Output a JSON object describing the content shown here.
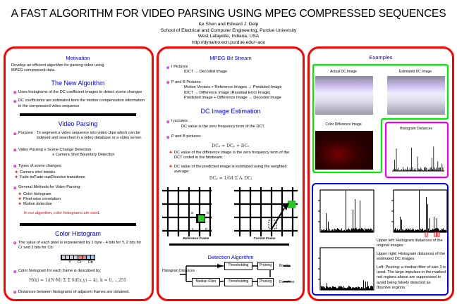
{
  "header": {
    "title": "A FAST ALGORITHM FOR VIDEO PARSING USING MPEG COMPRESSED SEQUENCES",
    "authors": "Ke Shen and Edward J. Delp",
    "affiliation": "School of Electrical and Computer Engineering, Purdue University",
    "location": "West Lafayette, Indiana, USA",
    "url": "http://dynamo.ecn.purdue.edu/~ace"
  },
  "left": {
    "motivation": {
      "heading": "Motivation",
      "text": "Develop an efficient algorithm for parsing video using MPEG compressed data."
    },
    "new_algorithm": {
      "heading": "The New Algorithm",
      "bullets": [
        "Uses histograms of the DC coefficient images to detect scene changes",
        "DC coefficients are estimated from the motion compensation information in the compressed video sequence"
      ]
    },
    "video_parsing": {
      "heading": "Video Parsing",
      "purpose_label": "Purpose :",
      "purpose_text": "To segment a video sequence into video clips which can be indexed and searched in a video database or a video server.",
      "vp_line1": "Video  Parsing ≡ Scene Change Detection",
      "vp_line2": "≡ Camera Shot Boundary Detection",
      "types_label": "Types of scene changes:",
      "types": [
        "Camera shot breaks",
        "Fade-in/Fade-out/Dissolve transitions"
      ],
      "methods_label": "General Methods for Video Parsing:",
      "methods": [
        "Color histogram",
        "Pixel-wise correlation",
        "Motion detection"
      ],
      "note": "In our algorithm, color histograms are used."
    },
    "color_histogram": {
      "heading": "Color Histogram",
      "bullet1": "The value of each pixel is represented by 1 byte - 4 bits for Y, 2 bits for Cr and 2 bits for Cb:",
      "labels": [
        "Y",
        "Cr",
        "Cb"
      ],
      "bullet2": "Color histogram for each frame is described by:",
      "formula": "H(k) = 1/(N·M) Σ Σ δ(f(x,y) − k),  k = 0,…,255",
      "bullet3": "Distances between histograms of adjacent frames are obtained."
    }
  },
  "middle": {
    "mpeg": {
      "heading": "MPEG Bit Stream",
      "i_label": "I Pictures",
      "i_line": "IDCT → Decoded Image",
      "pb_label": "P and B Pictures",
      "pb_lines": [
        "Motion Vectors + Reference Images → Predicted Image",
        "IDCT → Difference Image (Residual Error Image)",
        "Predicted Image + Difference Image → Decoded Image"
      ]
    },
    "dc": {
      "heading": "DC Image Estimation",
      "i_label": "I pictures:",
      "i_text": "DC value is the zero frequency term of the DCT.",
      "pb_label": "P and B pictures:",
      "formula1": "DCₙ = DCₚ + DCₑ",
      "red_bullets": [
        "DC value of the difference image is the zero frequency term of the DCT coded in the bitstream.",
        "DC value of the predicted image is estimated using the weighted average:"
      ],
      "formula2": "DCₚ = 1/64 Σ Aᵢ DCᵢ",
      "grid_letters": [
        "a",
        "b",
        "c",
        "d"
      ],
      "reference_label": "Reference Frame",
      "current_label": "Current Frame"
    },
    "detection": {
      "heading": "Detection Algorithm",
      "input": "Histogram Distances",
      "boxes": [
        "Thresholding",
        "Pruning",
        "Median Filter",
        "Thresholding",
        "Pruning"
      ],
      "outputs": [
        "Breaks",
        "Dissolves"
      ]
    }
  },
  "right": {
    "heading": "Examples",
    "actual": "Actual DC Image",
    "estimated": "Estimated DC Image",
    "difference": "Color Difference Image",
    "hist_dist": "Histogram Distances",
    "captions": [
      "Upper left: Histogram distances of the original images",
      "Upper right: Histogram distances of the estimated DC images",
      "Left: Pruning: a median filter of size 3 is used. The large impulses in the marked red regions above are suppressed to avoid being falsely detected as dissolve regions."
    ]
  },
  "colors": {
    "panel_border": "#ff0000",
    "heading": "#0000ff",
    "green_box": "#00ee00",
    "magenta_box": "#ee00ee",
    "blue_box": "#0000ee"
  }
}
